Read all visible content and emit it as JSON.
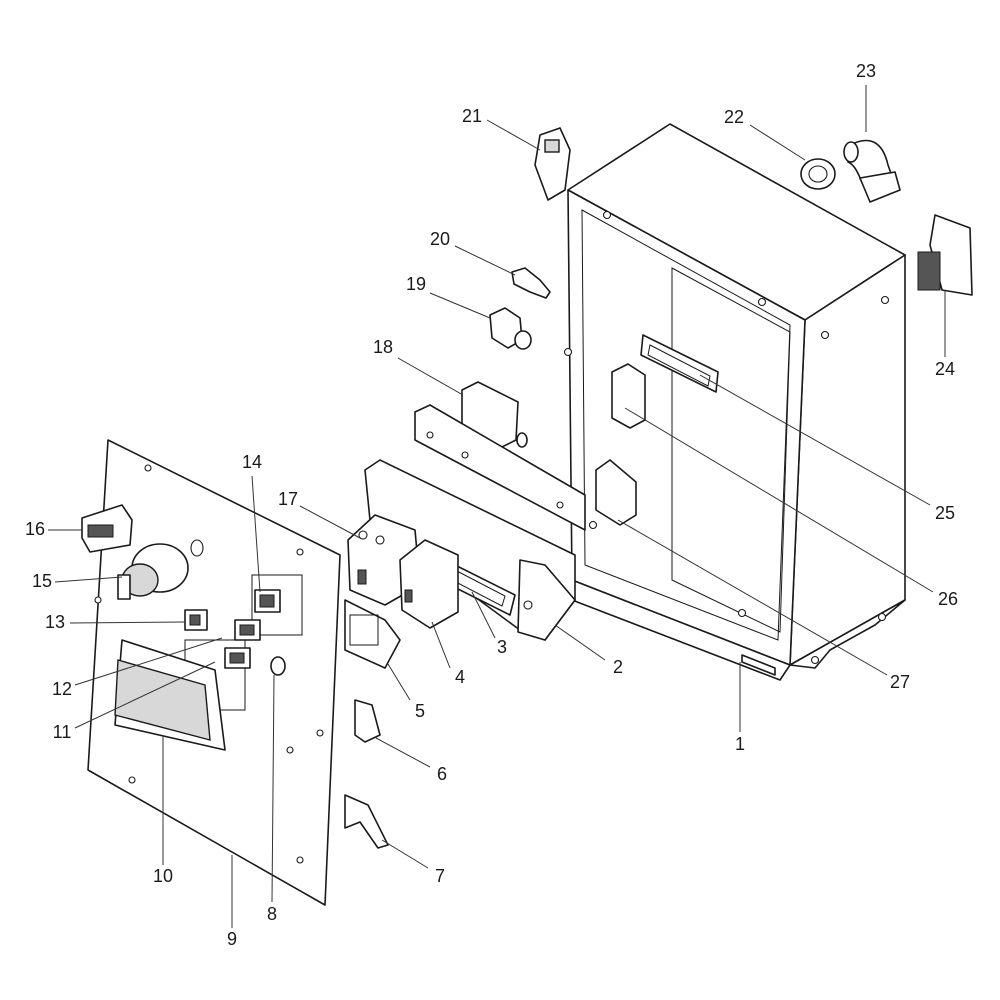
{
  "diagram": {
    "type": "exploded-parts-view",
    "callouts": [
      "1",
      "2",
      "3",
      "4",
      "5",
      "6",
      "7",
      "8",
      "9",
      "10",
      "11",
      "12",
      "13",
      "14",
      "15",
      "16",
      "17",
      "18",
      "19",
      "20",
      "21",
      "22",
      "23",
      "24",
      "25",
      "26",
      "27"
    ]
  }
}
